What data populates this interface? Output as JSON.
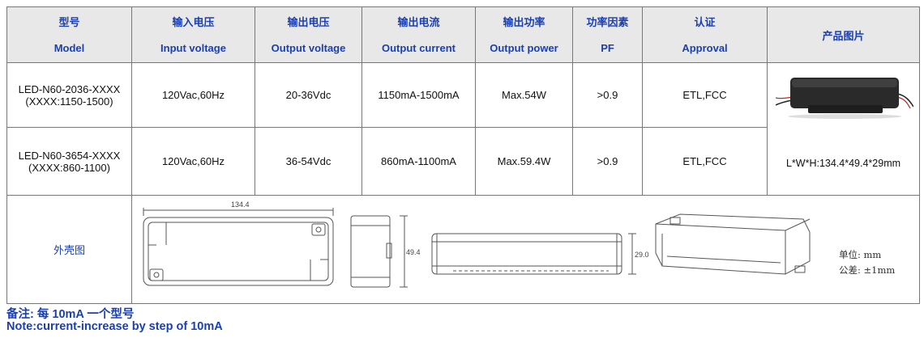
{
  "header": {
    "model": {
      "zh": "型号",
      "en": "Model"
    },
    "input": {
      "zh": "输入电压",
      "en": "Input voltage"
    },
    "output_v": {
      "zh": "输出电压",
      "en": "Output voltage"
    },
    "output_c": {
      "zh": "输出电流",
      "en": "Output current"
    },
    "output_p": {
      "zh": "输出功率",
      "en": "Output power"
    },
    "pf": {
      "zh": "功率因素",
      "en": "PF"
    },
    "approval": {
      "zh": "认证",
      "en": "Approval"
    },
    "picture": "产品图片"
  },
  "rows": [
    {
      "model_line1": "LED-N60-2036-XXXX",
      "model_line2": "(XXXX:1150-1500)",
      "input": "120Vac,60Hz",
      "output_v": "20-36Vdc",
      "output_c": "1150mA-1500mA",
      "output_p": "Max.54W",
      "pf": ">0.9",
      "approval": "ETL,FCC"
    },
    {
      "model_line1": "LED-N60-3654-XXXX",
      "model_line2": "(XXXX:860-1100)",
      "input": "120Vac,60Hz",
      "output_v": "36-54Vdc",
      "output_c": "860mA-1100mA",
      "output_p": "Max.59.4W",
      "pf": ">0.9",
      "approval": "ETL,FCC"
    }
  ],
  "product_dims": "L*W*H:134.4*49.4*29mm",
  "shell": {
    "label": "外壳图",
    "dim_length": "134.4",
    "dim_width": "49.4",
    "dim_height": "29.0",
    "unit_line": "单位:  mm",
    "tolerance_line": "公差:  ±1mm"
  },
  "notes": {
    "zh": "备注:  每 10mA 一个型号",
    "en": "Note:current-increase by step of 10mA"
  },
  "colors": {
    "accent": "#1a3fb0",
    "header_bg": "#e8e8e8",
    "border": "#777777"
  }
}
